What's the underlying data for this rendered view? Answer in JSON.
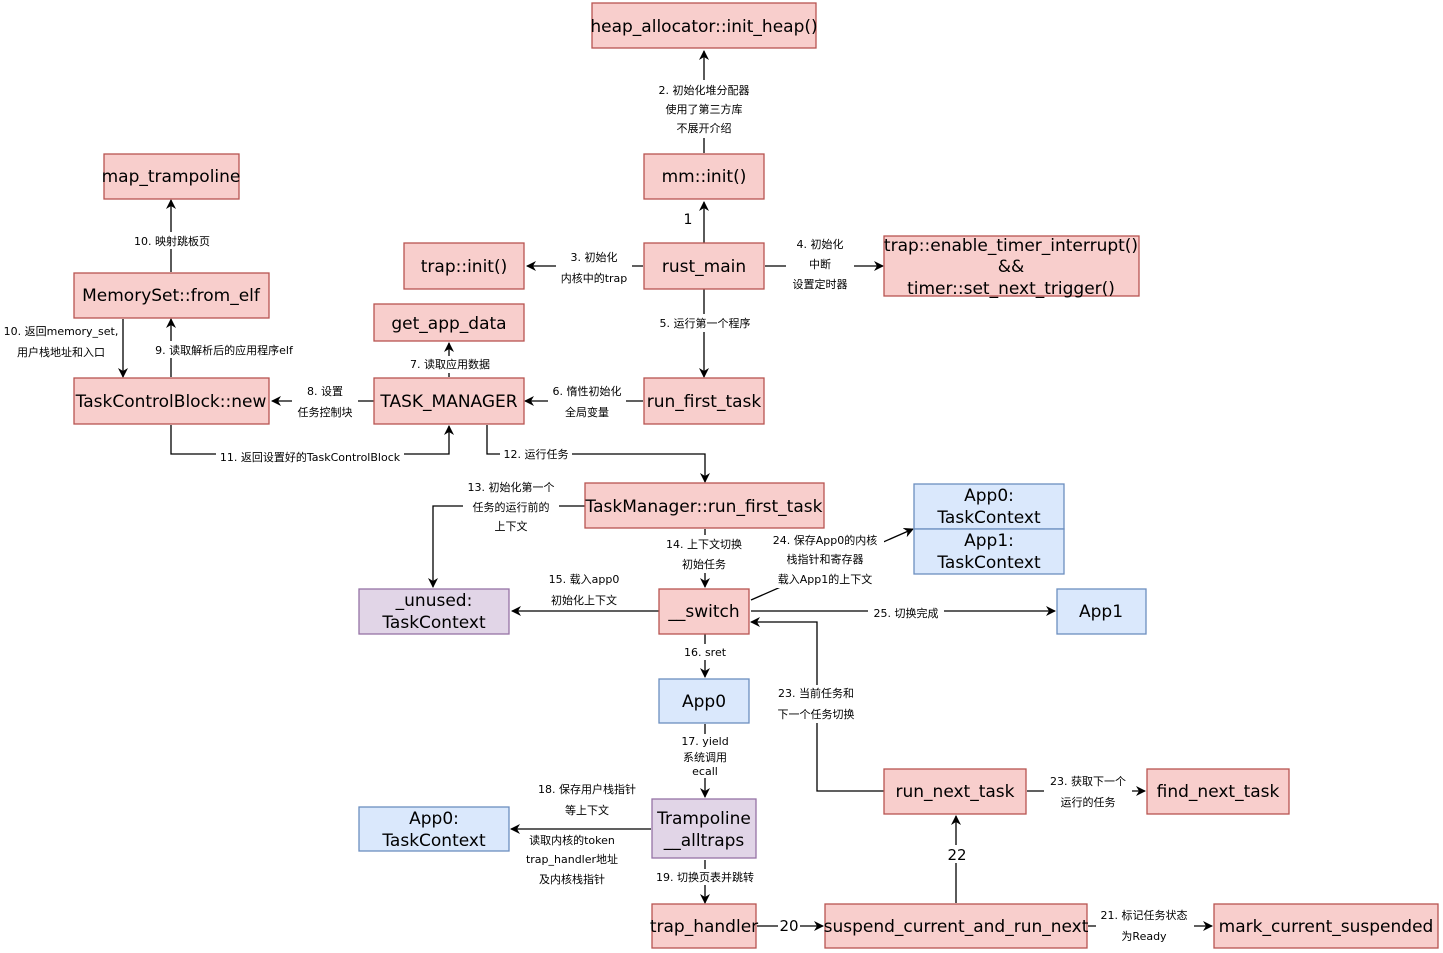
{
  "colors": {
    "red_fill": "#f8cecc",
    "red_stroke": "#b85450",
    "blue_fill": "#dae8fc",
    "blue_stroke": "#6c8ebf",
    "purple_fill": "#e1d5e7",
    "purple_stroke": "#9673a6",
    "edge": "#000000"
  },
  "nodes": {
    "init_heap": "heap_allocator::init_heap()",
    "mm_init": "mm::init()",
    "rust_main": "rust_main",
    "trap_init": "trap::init()",
    "timer": [
      "trap::enable_timer_interrupt()",
      "&&",
      "timer::set_next_trigger()"
    ],
    "map_trampoline": "map_trampoline",
    "memoryset_from_elf": "MemorySet::from_elf",
    "get_app_data": "get_app_data",
    "tcb_new": "TaskControlBlock::new",
    "task_manager": "TASK_MANAGER",
    "run_first_task": "run_first_task",
    "tm_run_first_task": "TaskManager::run_first_task",
    "app0_ctx_stack": [
      "App0:",
      "TaskContext"
    ],
    "app1_ctx_stack": [
      "App1:",
      "TaskContext"
    ],
    "unused_ctx": [
      "_unused:",
      "TaskContext"
    ],
    "switch": "__switch",
    "app1": "App1",
    "app0": "App0",
    "run_next_task": "run_next_task",
    "find_next_task": "find_next_task",
    "app0_ctx_trap": [
      "App0:",
      "TaskContext"
    ],
    "trampoline": [
      "Trampoline",
      "__alltraps"
    ],
    "trap_handler": "trap_handler",
    "suspend": "suspend_current_and_run_next",
    "mark_suspended": "mark_current_suspended"
  },
  "edges": {
    "e1": [
      "1"
    ],
    "e2": [
      "2. 初始化堆分配器",
      "使用了第三方库",
      "不展开介绍"
    ],
    "e3": [
      "3. 初始化",
      "内核中的trap"
    ],
    "e4": [
      "4. 初始化",
      "中断",
      "设置定时器"
    ],
    "e5": [
      "5. 运行第一个程序"
    ],
    "e6": [
      "6. 惰性初始化",
      "全局变量"
    ],
    "e7": [
      "7. 读取应用数据"
    ],
    "e8": [
      "8. 设置",
      "任务控制块"
    ],
    "e9": [
      "9. 读取解析后的应用程序elf"
    ],
    "e10a": [
      "10. 映射跳板页"
    ],
    "e10b": [
      "10. 返回memory_set,",
      "用户栈地址和入口"
    ],
    "e11": [
      "11. 返回设置好的TaskControlBlock"
    ],
    "e12": [
      "12. 运行任务"
    ],
    "e13": [
      "13. 初始化第一个",
      "任务的运行前的",
      "上下文"
    ],
    "e14": [
      "14. 上下文切换",
      "初始任务"
    ],
    "e15": [
      "15. 载入app0",
      "初始化上下文"
    ],
    "e16": [
      "16. sret"
    ],
    "e17": [
      "17. yield",
      "系统调用",
      "ecall"
    ],
    "e18": [
      "18. 保存用户栈指针",
      "等上下文"
    ],
    "e18b": [
      "读取内核的token",
      "trap_handler地址",
      "及内核栈指针"
    ],
    "e19": [
      "19. 切换页表并跳转"
    ],
    "e20": [
      "20"
    ],
    "e21": [
      "21. 标记任务状态",
      "为Ready"
    ],
    "e22": [
      "22"
    ],
    "e23a": [
      "23. 当前任务和",
      "下一个任务切换"
    ],
    "e23b": [
      "23. 获取下一个",
      "运行的任务"
    ],
    "e24": [
      "24. 保存App0的内核",
      "栈指针和寄存器",
      "载入App1的上下文"
    ],
    "e25": [
      "25. 切换完成"
    ]
  }
}
